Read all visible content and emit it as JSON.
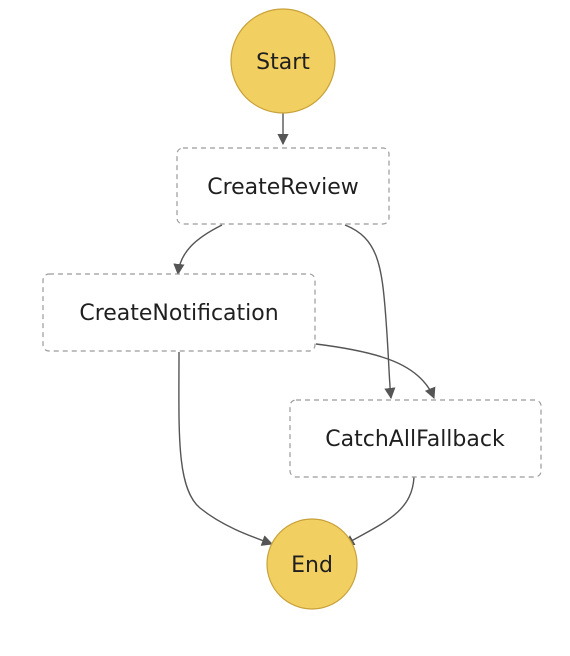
{
  "diagram": {
    "nodes": {
      "start": {
        "label": "Start",
        "kind": "terminal"
      },
      "create_review": {
        "label": "CreateReview",
        "kind": "state"
      },
      "create_notification": {
        "label": "CreateNotification",
        "kind": "state"
      },
      "catch_all_fallback": {
        "label": "CatchAllFallback",
        "kind": "state"
      },
      "end": {
        "label": "End",
        "kind": "terminal"
      }
    },
    "edges": [
      {
        "from": "Start",
        "to": "CreateReview"
      },
      {
        "from": "CreateReview",
        "to": "CreateNotification"
      },
      {
        "from": "CreateReview",
        "to": "CatchAllFallback"
      },
      {
        "from": "CreateNotification",
        "to": "CatchAllFallback"
      },
      {
        "from": "CreateNotification",
        "to": "End"
      },
      {
        "from": "CatchAllFallback",
        "to": "End"
      }
    ],
    "colors": {
      "terminal_fill": "#f2cf61",
      "terminal_stroke": "#c8a23a",
      "state_border": "#9a9a9a",
      "edge": "#555555",
      "text": "#1f1f1f"
    }
  }
}
